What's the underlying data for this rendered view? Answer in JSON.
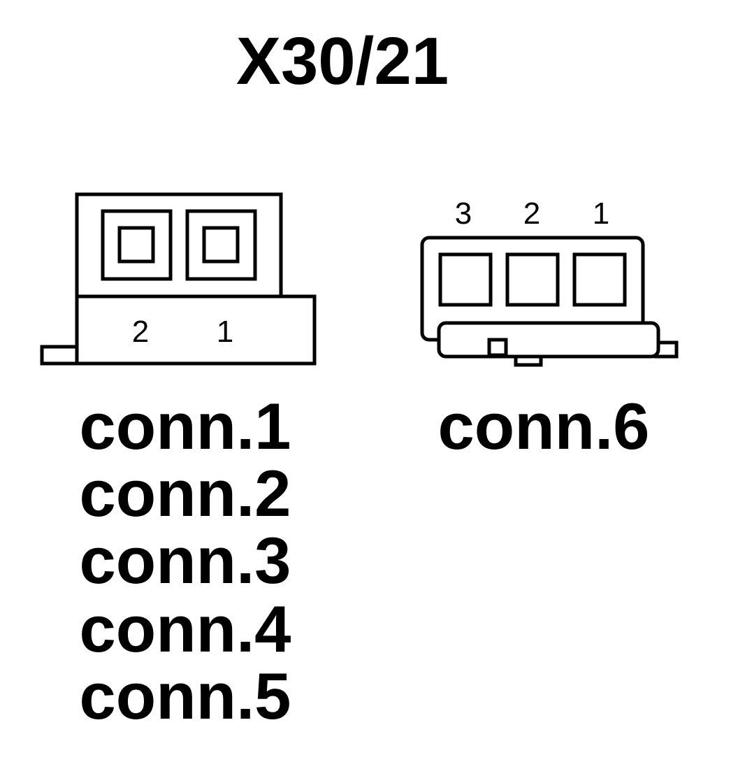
{
  "title": "X30/21",
  "left_connector": {
    "pin_labels": [
      "2",
      "1"
    ],
    "names": [
      "conn.1",
      "conn.2",
      "conn.3",
      "conn.4",
      "conn.5"
    ]
  },
  "right_connector": {
    "pin_labels": [
      "3",
      "2",
      "1"
    ],
    "names": [
      "conn.6"
    ]
  },
  "colors": {
    "line": "#000000",
    "background": "#ffffff"
  }
}
